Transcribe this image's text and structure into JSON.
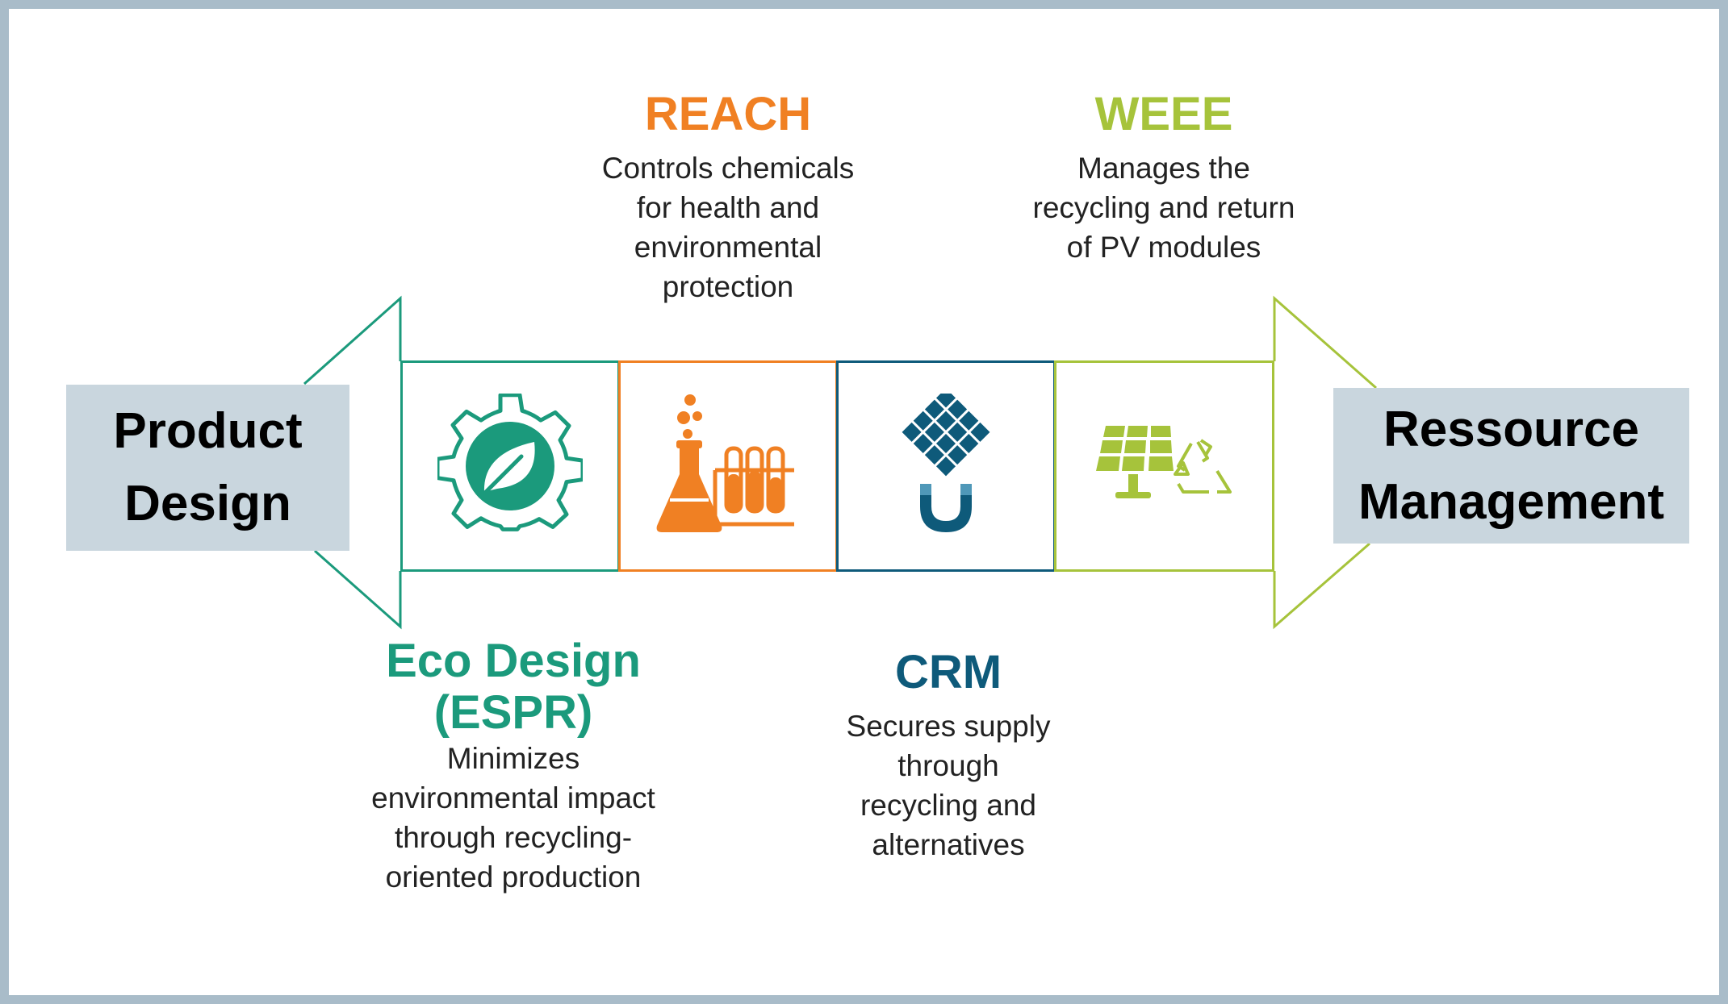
{
  "colors": {
    "frame": "#a9bcc9",
    "label_bg": "#c9d6de",
    "eco": "#1b9a7c",
    "reach": "#f08023",
    "crm": "#0e5a7a",
    "weee": "#a6c33b",
    "text": "#222222"
  },
  "left_label": {
    "line1": "Product",
    "line2": "Design"
  },
  "right_label": {
    "line1": "Ressource",
    "line2": "Management"
  },
  "regulations": {
    "eco": {
      "title_line1": "Eco Design",
      "title_line2": "(ESPR)",
      "description": "Minimizes\nenvironmental impact\nthrough recycling-\noriented production",
      "icon": "gear-leaf-icon"
    },
    "reach": {
      "title": "REACH",
      "description": "Controls chemicals\nfor health and\nenvironmental\nprotection",
      "icon": "flask-test-tubes-icon"
    },
    "crm": {
      "title": "CRM",
      "description": "Secures supply\nthrough\nrecycling and\nalternatives",
      "icon": "magnet-grid-icon"
    },
    "weee": {
      "title": "WEEE",
      "description": "Manages the\nrecycling and return\nof PV modules",
      "icon": "solar-panel-recycle-icon"
    }
  }
}
